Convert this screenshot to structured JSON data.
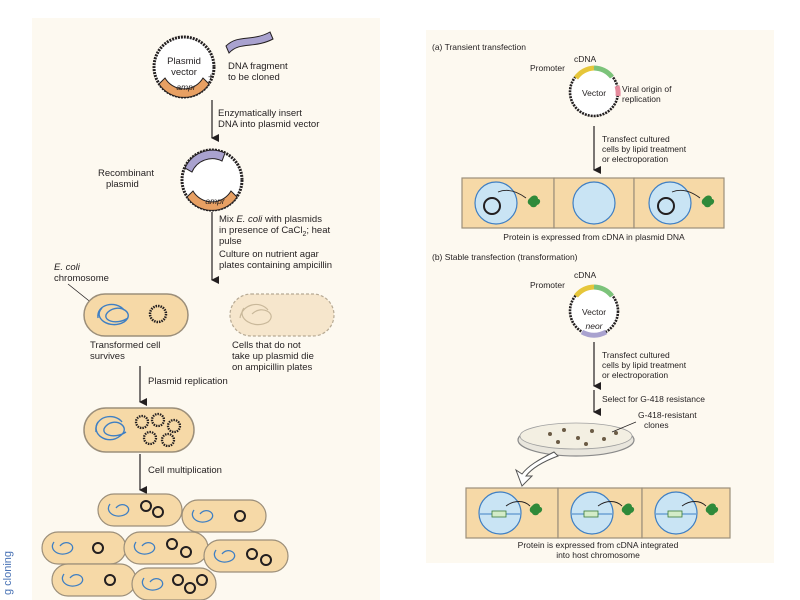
{
  "left": {
    "plasmid_vector": [
      "Plasmid",
      "vector"
    ],
    "plus": "+",
    "dna_fragment": [
      "DNA fragment",
      "to be cloned"
    ],
    "step_insert": [
      "Enzymatically insert",
      "DNA into plasmid vector"
    ],
    "recombinant": [
      "Recombinant",
      "plasmid"
    ],
    "amp_label": "ampr",
    "step_mix": [
      "Mix",
      "E. coli",
      "with plasmids",
      "in presence of CaCl",
      "2",
      "; heat",
      "pulse"
    ],
    "step_culture": [
      "Culture on nutrient agar",
      "plates containing ampicillin"
    ],
    "ecoli_chromosome": [
      "E. coli",
      "chromosome"
    ],
    "transformed": [
      "Transformed cell",
      "survives"
    ],
    "not_taken": [
      "Cells that do not",
      "take up plasmid die",
      "on ampicillin plates"
    ],
    "step_replication": "Plasmid replication",
    "step_multiplication": "Cell multiplication",
    "side_text": "g cloning"
  },
  "right": {
    "a_title": "(a) Transient transfection",
    "cdna": "cDNA",
    "promoter": "Promoter",
    "vector": "Vector",
    "viral_origin": [
      "Viral origin of",
      "replication"
    ],
    "step_transfect": [
      "Transfect cultured",
      "cells by lipid treatment",
      "or electroporation"
    ],
    "a_caption": "Protein is expressed from cDNA in plasmid DNA",
    "b_title": "(b) Stable transfection (transformation)",
    "neo": "neor",
    "step_select": "Select for G-418 resistance",
    "g418_clones": [
      "G-418-resistant",
      "clones"
    ],
    "b_caption": [
      "Protein is expressed from cDNA integrated",
      "into host chromosome"
    ]
  },
  "colors": {
    "panel_bg": "#fdf9f0",
    "cell_fill": "#f6d9a7",
    "amp_orange": "#e8a063",
    "fragment_purple": "#a9a2cf",
    "chromosome_blue": "#3f7fc3",
    "protein_green": "#2f8a3a",
    "side_text_blue": "#4a73b5"
  }
}
